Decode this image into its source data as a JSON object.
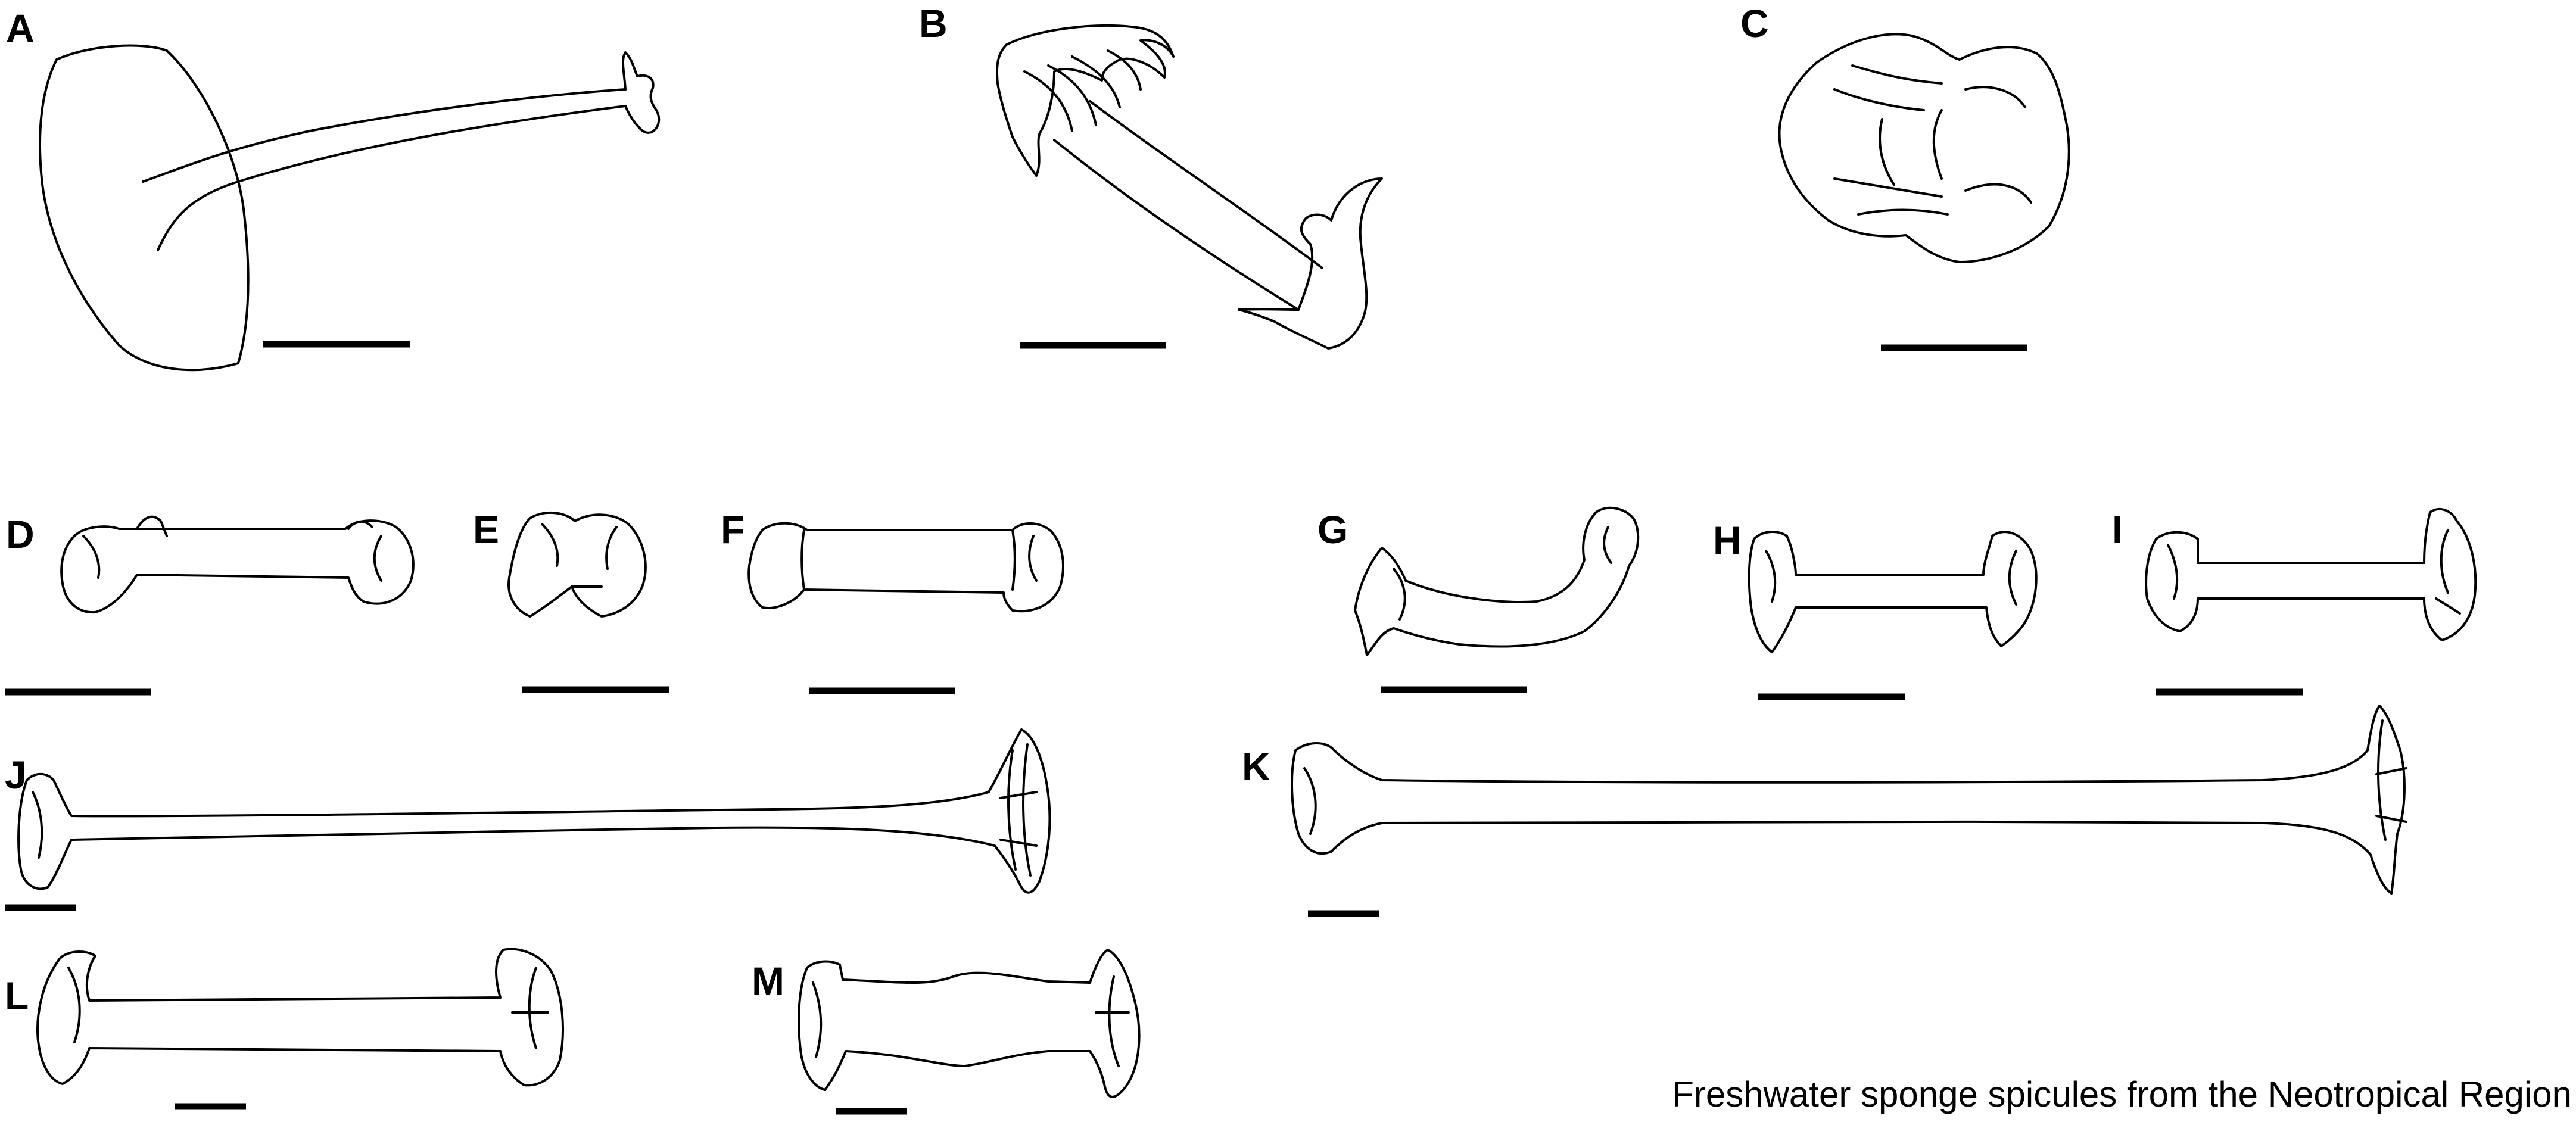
{
  "caption": "Freshwater sponge spicules from the Neotropical Region",
  "panels": [
    {
      "letter": "A",
      "subject": "spicule-with-oval-body"
    },
    {
      "letter": "B",
      "subject": "birotule-hooked"
    },
    {
      "letter": "C",
      "subject": "birotule-compact"
    },
    {
      "letter": "D",
      "subject": "birotule"
    },
    {
      "letter": "E",
      "subject": "birotule-small"
    },
    {
      "letter": "F",
      "subject": "birotule"
    },
    {
      "letter": "G",
      "subject": "birotule-curved"
    },
    {
      "letter": "H",
      "subject": "birotule"
    },
    {
      "letter": "I",
      "subject": "birotule"
    },
    {
      "letter": "J",
      "subject": "birotule-long"
    },
    {
      "letter": "K",
      "subject": "birotule-long"
    },
    {
      "letter": "L",
      "subject": "birotule"
    },
    {
      "letter": "M",
      "subject": "birotule"
    }
  ],
  "colors": {
    "ink": "#000000",
    "background": "#ffffff"
  }
}
